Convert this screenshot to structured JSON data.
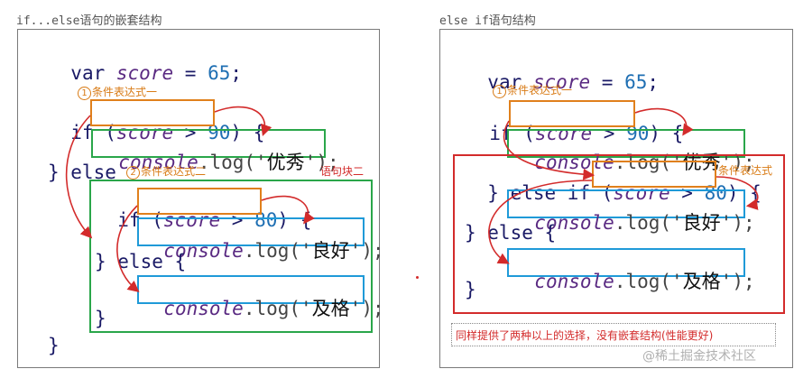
{
  "left": {
    "caption": "if...else语句的嵌套结构",
    "code": {
      "var_kw": "var",
      "score": "score",
      "assign_eq": "=",
      "assign_num": "65",
      "semi": ";",
      "if1": "if",
      "if1_paren_open": "(",
      "if1_cond_var": "score",
      "if1_op": ">",
      "if1_num": "90",
      "if1_paren_close": ")",
      "if1_brace": "{",
      "log1_obj": "console",
      "log1_dot": ".log('",
      "log1_str": "优秀",
      "log1_end": "');",
      "else1": "} else",
      "if2": "if",
      "if2_paren_open": "(",
      "if2_cond_var": "score",
      "if2_op": ">",
      "if2_num": "80",
      "if2_paren_close": ")",
      "if2_brace": "{",
      "log2_obj": "console",
      "log2_dot": ".log('",
      "log2_str": "良好",
      "log2_end": "');",
      "else2": "} else {",
      "log3_obj": "console",
      "log3_dot": ".log('",
      "log3_str": "及格",
      "log3_end": "');",
      "close_inner": "}",
      "close_outer": "}"
    },
    "notes": {
      "cond1_num": "1",
      "cond1": "条件表达式一",
      "cond2_num": "2",
      "cond2": "条件表达式二",
      "block2": "语句块二"
    }
  },
  "right": {
    "caption": "else if语句结构",
    "code": {
      "var_kw": "var",
      "score": "score",
      "assign_eq": "=",
      "assign_num": "65",
      "semi": ";",
      "if1": "if",
      "if1_cond_var": "score",
      "if1_op": ">",
      "if1_num": "90",
      "if1_brace": "{",
      "log1_obj": "console",
      "log1_dot": ".log('",
      "log1_str": "优秀",
      "log1_end": "');",
      "elseif": "} else if",
      "ei_cond_var": "score",
      "ei_op": ">",
      "ei_num": "80",
      "ei_brace": "{",
      "log2_obj": "console",
      "log2_dot": ".log('",
      "log2_str": "良好",
      "log2_end": "');",
      "else": "} else {",
      "log3_obj": "console",
      "log3_dot": ".log('",
      "log3_str": "及格",
      "log3_end": "');",
      "close": "}"
    },
    "notes": {
      "cond1_num": "1",
      "cond1": "条件表达式一",
      "cond2": "条件表达式",
      "summary": "同样提供了两种以上的选择，没有嵌套结构(性能更好)"
    }
  },
  "watermark": "@稀土掘金技术社区",
  "colors": {
    "orange": "#e0801c",
    "green": "#2aa64a",
    "blue": "#1f9ad8",
    "red": "#d32b2b"
  }
}
